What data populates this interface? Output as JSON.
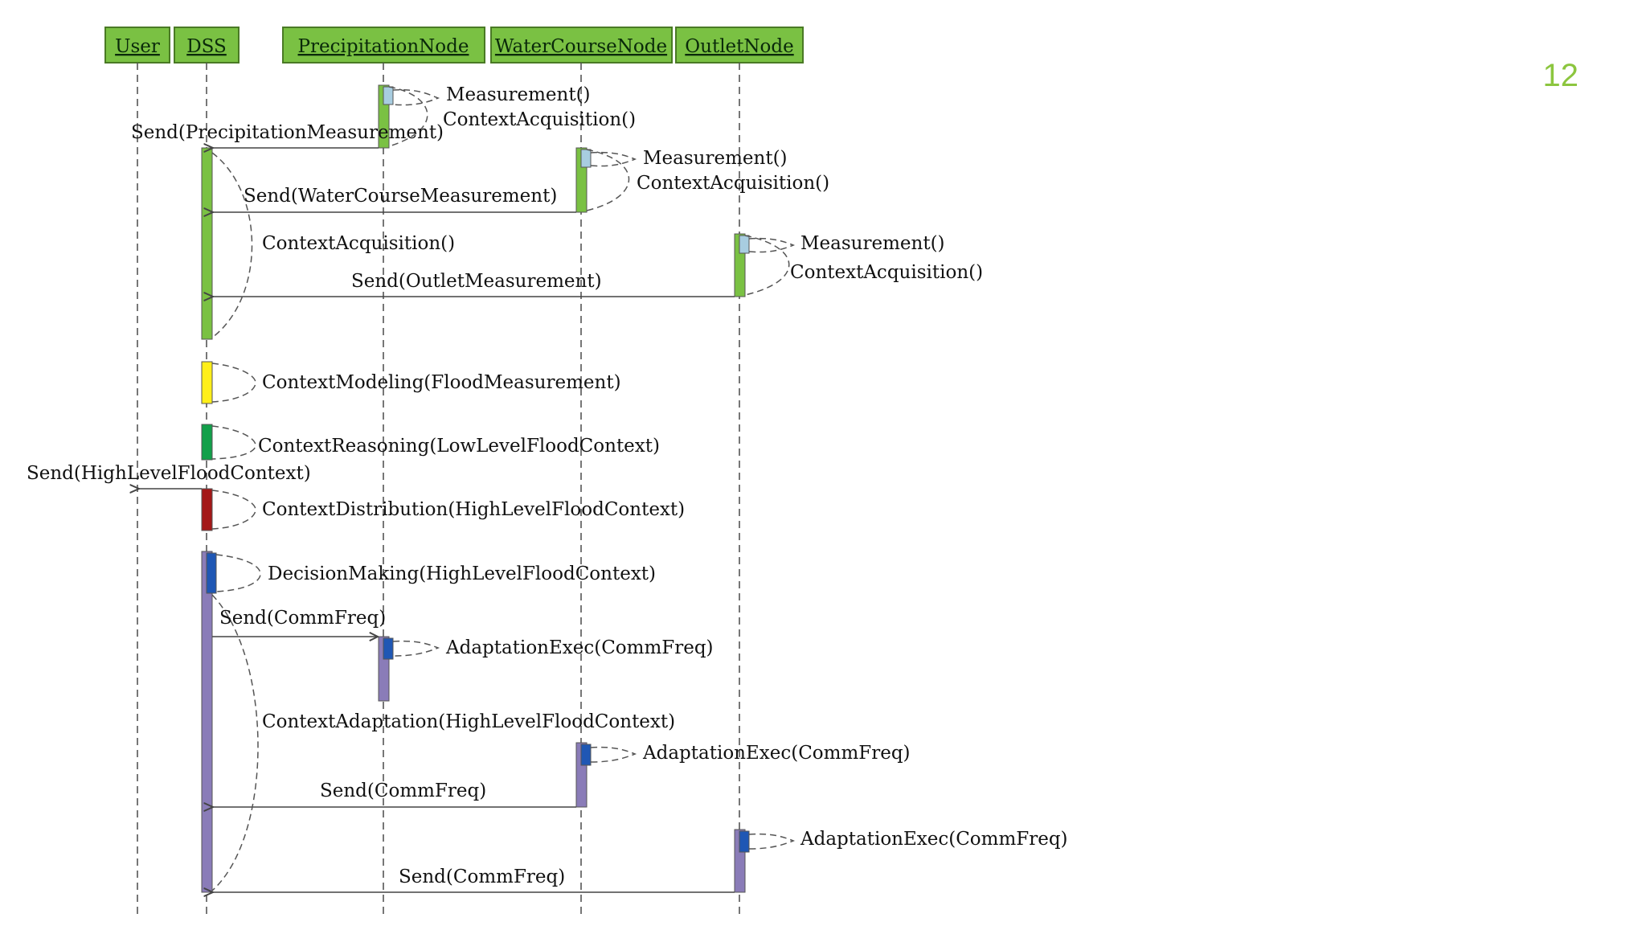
{
  "slide": {
    "page_number": "12"
  },
  "colors": {
    "header": "#7ac143",
    "header_border": "#4a7a25",
    "acquisition": "#7ac143",
    "measurement_mark": "#a8cde0",
    "modeling": "#ffef1a",
    "reasoning": "#12a04a",
    "distribution": "#a41818",
    "decision": "#1f57b4",
    "adaptation_body": "#8a7cb8"
  },
  "lifelines": [
    {
      "id": "user",
      "name": "User"
    },
    {
      "id": "dss",
      "name": "DSS"
    },
    {
      "id": "precip",
      "name": "PrecipitationNode"
    },
    {
      "id": "water",
      "name": "WaterCourseNode"
    },
    {
      "id": "outlet",
      "name": "OutletNode"
    }
  ],
  "messages": [
    {
      "id": "precip-measurement",
      "text": "Measurement()"
    },
    {
      "id": "precip-context-acq",
      "text": "ContextAcquisition()"
    },
    {
      "id": "send-precip",
      "text": "Send(PrecipitationMeasurement)"
    },
    {
      "id": "water-measurement",
      "text": "Measurement()"
    },
    {
      "id": "water-context-acq",
      "text": "ContextAcquisition()"
    },
    {
      "id": "send-water",
      "text": "Send(WaterCourseMeasurement)"
    },
    {
      "id": "dss-context-acq",
      "text": "ContextAcquisition()"
    },
    {
      "id": "outlet-measurement",
      "text": "Measurement()"
    },
    {
      "id": "outlet-context-acq",
      "text": "ContextAcquisition()"
    },
    {
      "id": "send-outlet",
      "text": "Send(OutletMeasurement)"
    },
    {
      "id": "context-modeling",
      "text": "ContextModeling(FloodMeasurement)"
    },
    {
      "id": "context-reasoning",
      "text": "ContextReasoning(LowLevelFloodContext)"
    },
    {
      "id": "send-high-level",
      "text": "Send(HighLevelFloodContext)"
    },
    {
      "id": "context-distribution",
      "text": "ContextDistribution(HighLevelFloodContext)"
    },
    {
      "id": "decision-making",
      "text": "DecisionMaking(HighLevelFloodContext)"
    },
    {
      "id": "send-commfreq-precip",
      "text": "Send(CommFreq)"
    },
    {
      "id": "adapt-precip",
      "text": "AdaptationExec(CommFreq)"
    },
    {
      "id": "context-adaptation",
      "text": "ContextAdaptation(HighLevelFloodContext)"
    },
    {
      "id": "adapt-water",
      "text": "AdaptationExec(CommFreq)"
    },
    {
      "id": "send-commfreq-water",
      "text": "Send(CommFreq)"
    },
    {
      "id": "adapt-outlet",
      "text": "AdaptationExec(CommFreq)"
    },
    {
      "id": "send-commfreq-outlet",
      "text": "Send(CommFreq)"
    }
  ]
}
